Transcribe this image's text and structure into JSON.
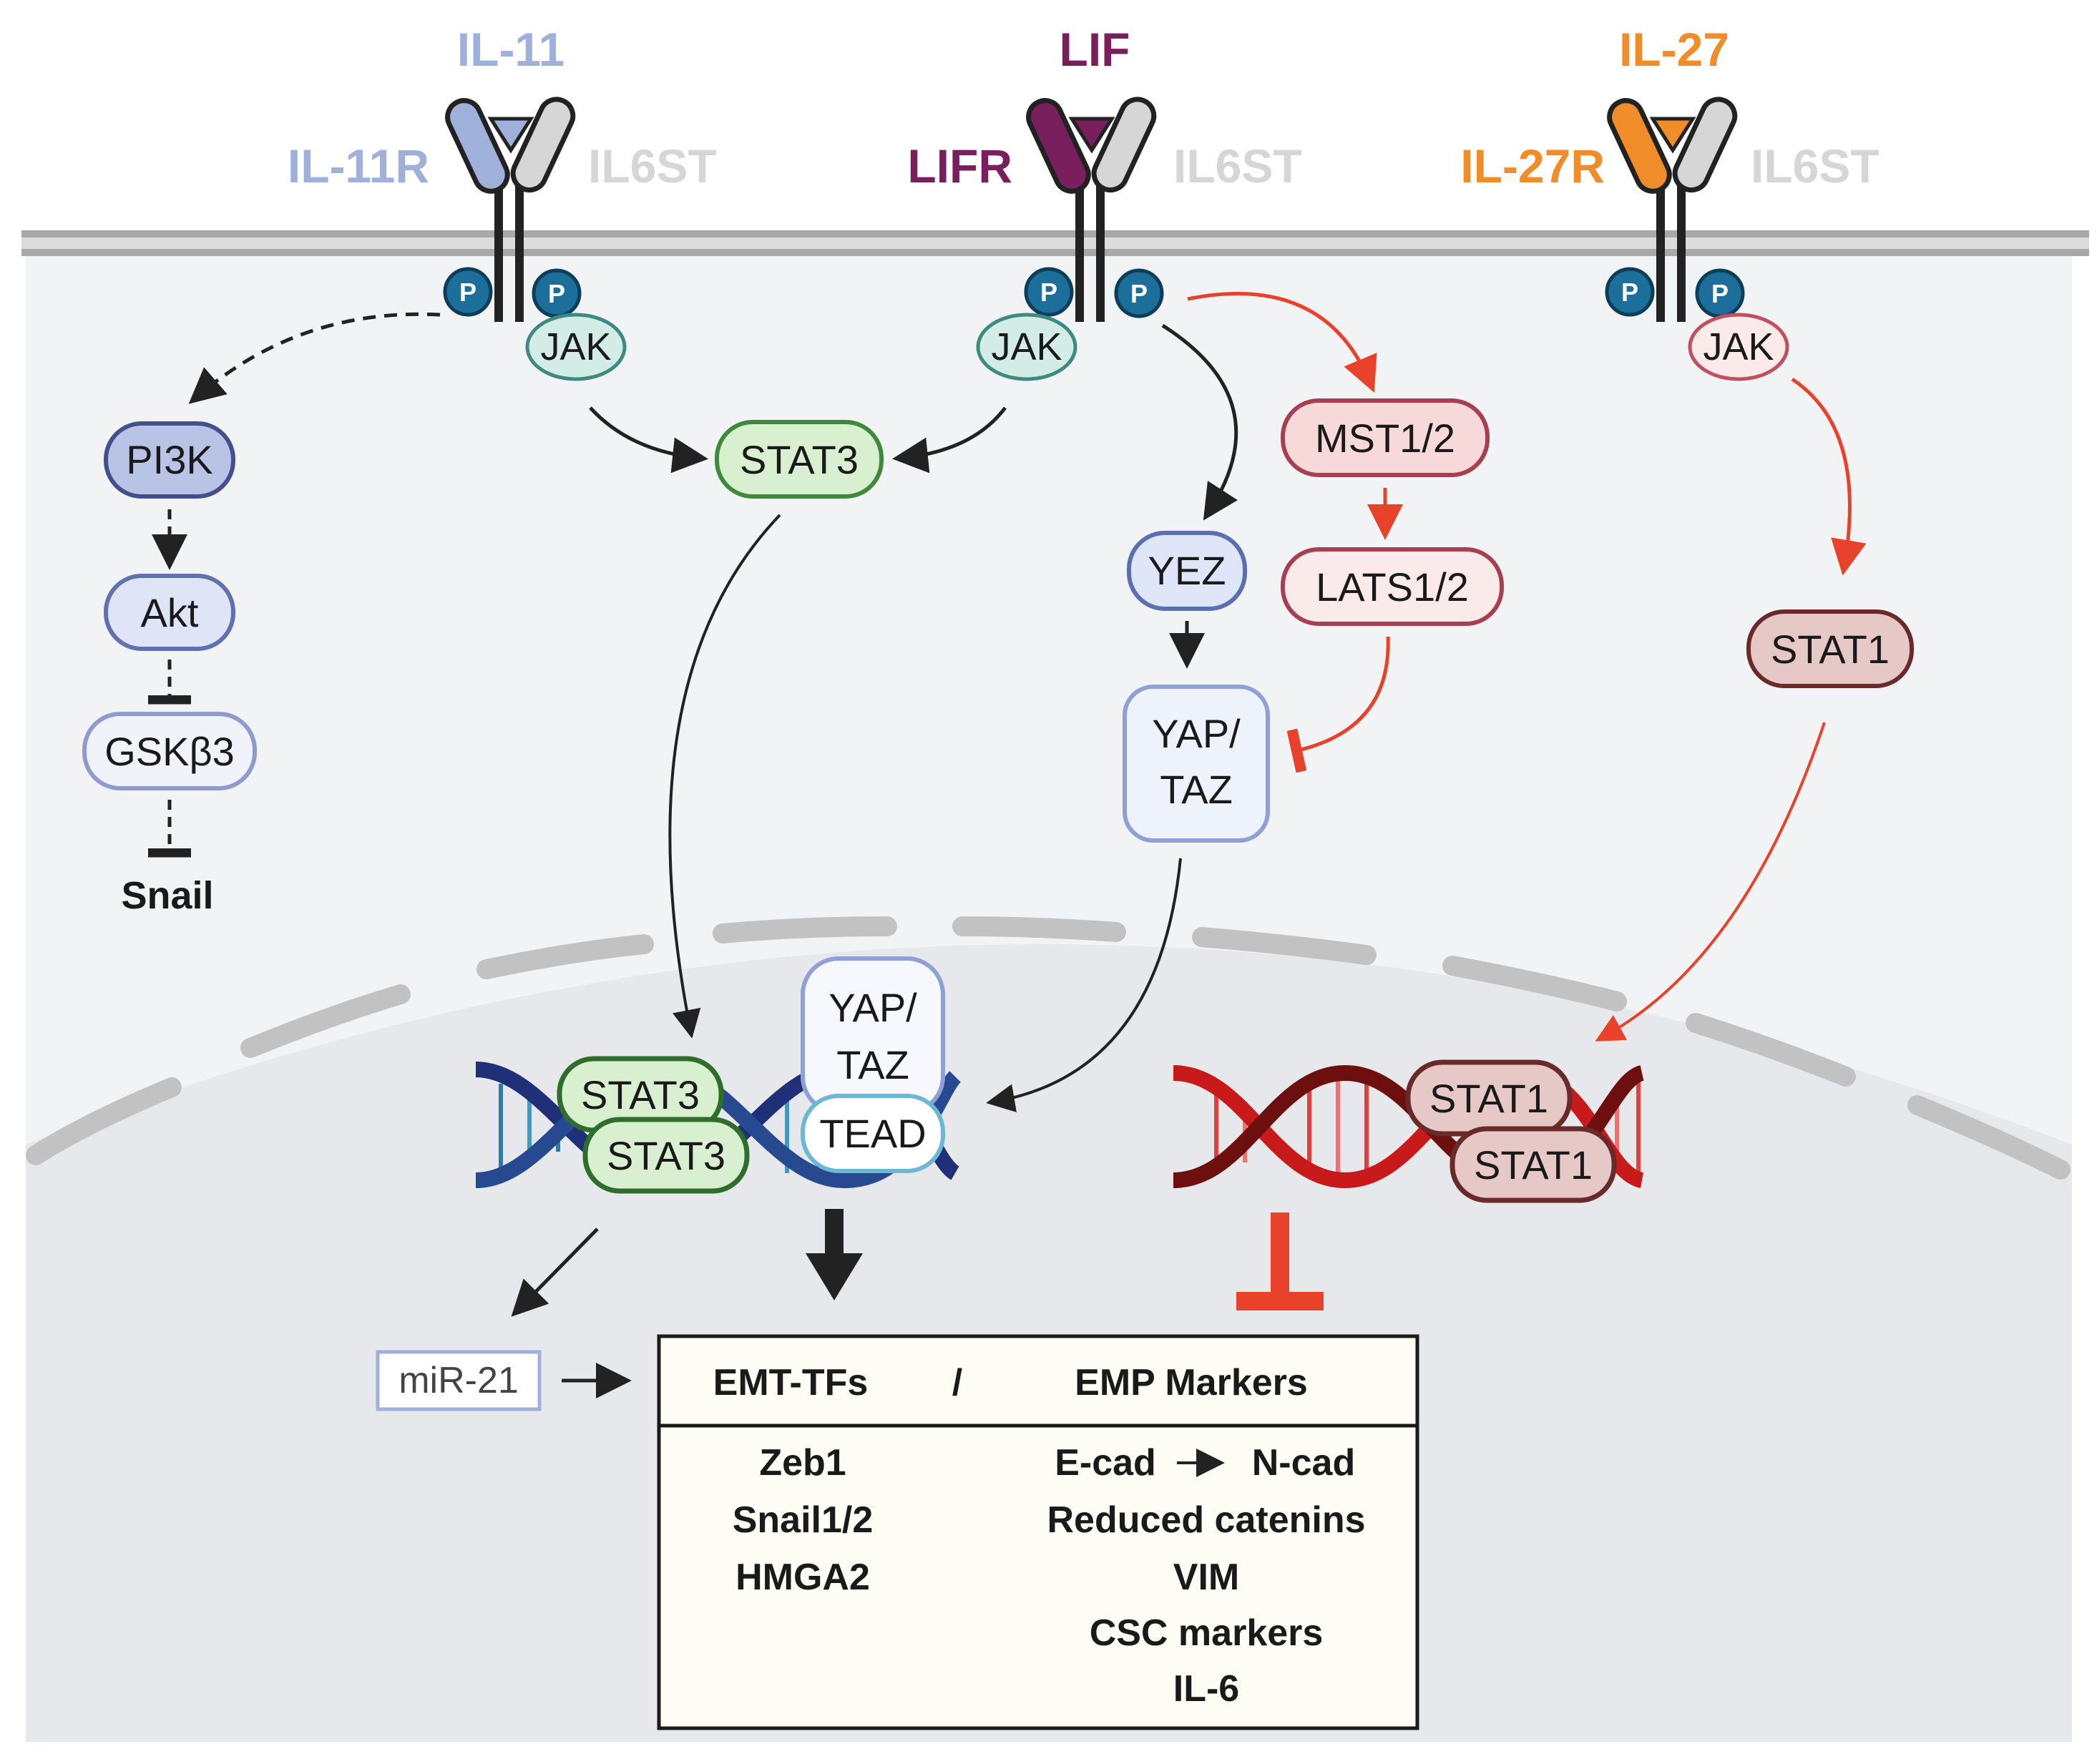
{
  "ligands": {
    "il11": {
      "label": "IL-11",
      "color": "#9fb1da"
    },
    "lif": {
      "label": "LIF",
      "color": "#7a1f5e"
    },
    "il27": {
      "label": "IL-27",
      "color": "#f08c2a"
    }
  },
  "receptors": {
    "il11r": {
      "label": "IL-11R",
      "color": "#9fb1da"
    },
    "lifr": {
      "label": "LIFR",
      "color": "#7a1f5e"
    },
    "il27r": {
      "label": "IL-27R",
      "color": "#f08c2a"
    },
    "il6st_1": {
      "label": "IL6ST",
      "color": "#d6d6d6"
    },
    "il6st_2": {
      "label": "IL6ST",
      "color": "#d6d6d6"
    },
    "il6st_3": {
      "label": "IL6ST",
      "color": "#d6d6d6"
    }
  },
  "phospho_label": "P",
  "jak_label": "JAK",
  "nodes": {
    "pi3k": "PI3K",
    "akt": "Akt",
    "gsk3b": "GSKβ3",
    "snail": "Snail",
    "stat3": "STAT3",
    "yez": "YEZ",
    "mst": "MST1/2",
    "lats": "LATS1/2",
    "yap_taz_line1": "YAP/",
    "yap_taz_line2": "TAZ",
    "stat1": "STAT1"
  },
  "nucleus": {
    "stat3_a": "STAT3",
    "stat3_b": "STAT3",
    "yap_line1": "YAP/",
    "yap_line2": "TAZ",
    "tead": "TEAD",
    "stat1_a": "STAT1",
    "stat1_b": "STAT1",
    "mir21": "miR-21"
  },
  "results_box": {
    "header_left": "EMT-TFs",
    "header_sep": "/",
    "header_right": "EMP Markers",
    "left_items": [
      "Zeb1",
      "Snail1/2",
      "HMGA2"
    ],
    "right_items": [
      "E-cad",
      "N-cad",
      "Reduced catenins",
      "VIM",
      "CSC markers",
      "IL-6"
    ]
  },
  "colors": {
    "pi3k_fill": "#b9c3e6",
    "pi3k_stroke": "#44508c",
    "akt_fill": "#dfe5f7",
    "akt_stroke": "#6071b0",
    "gsk_fill": "#f1f3fb",
    "gsk_stroke": "#8e9ad0",
    "stat3_fill": "#d8f0d0",
    "stat3_stroke": "#3e8a3a",
    "yez_fill": "#dfe6f7",
    "yez_stroke": "#5a6fb0",
    "yap_fill": "#eef2fb",
    "yap_stroke": "#8ea0d6",
    "mst_fill": "#f7d9d9",
    "mst_stroke": "#a64050",
    "lats_fill": "#fbeaea",
    "lats_stroke": "#a64050",
    "stat1_fill": "#e6c9c6",
    "stat1_stroke": "#6b2a2a",
    "jak_teal_fill": "#d3ece6",
    "jak_teal_stroke": "#3e8a80",
    "jak_pink_fill": "#fbeaea",
    "jak_pink_stroke": "#c05060",
    "phospho": "#1c6f9a",
    "red_arrow": "#e8432a",
    "membrane": "#a8a8a8",
    "cytoplasm": "#f2f3f5",
    "nucleus": "#e6e8eb",
    "tead_stroke": "#6ab8d6"
  }
}
